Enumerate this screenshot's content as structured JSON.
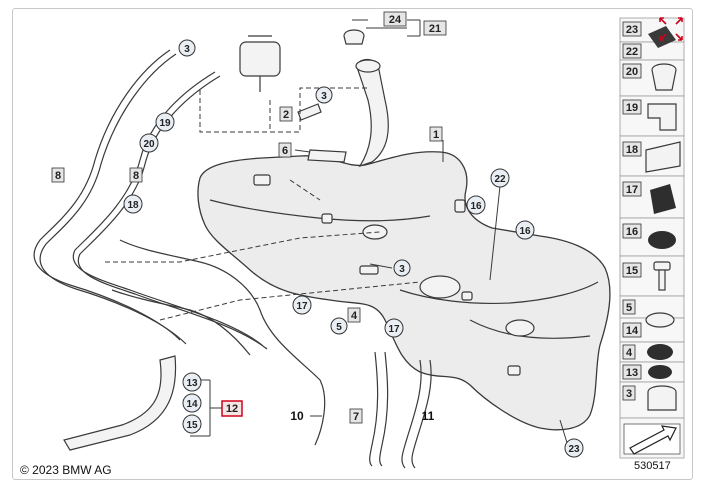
{
  "copyright": "© 2023 BMW AG",
  "diagram_number": "530517",
  "callouts": [
    {
      "id": "c24",
      "text": "24"
    },
    {
      "id": "c21",
      "text": "21"
    },
    {
      "id": "c3a",
      "text": "3"
    },
    {
      "id": "c3b",
      "text": "3"
    },
    {
      "id": "c3c",
      "text": "3"
    },
    {
      "id": "c2",
      "text": "2"
    },
    {
      "id": "c1",
      "text": "1"
    },
    {
      "id": "c6",
      "text": "6"
    },
    {
      "id": "c8a",
      "text": "8"
    },
    {
      "id": "c8b",
      "text": "8"
    },
    {
      "id": "c19",
      "text": "19"
    },
    {
      "id": "c20",
      "text": "20"
    },
    {
      "id": "c18",
      "text": "18"
    },
    {
      "id": "c22",
      "text": "22"
    },
    {
      "id": "c16a",
      "text": "16"
    },
    {
      "id": "c16b",
      "text": "16"
    },
    {
      "id": "c17a",
      "text": "17"
    },
    {
      "id": "c17b",
      "text": "17"
    },
    {
      "id": "c4",
      "text": "4"
    },
    {
      "id": "c5",
      "text": "5"
    },
    {
      "id": "c13",
      "text": "13"
    },
    {
      "id": "c14",
      "text": "14"
    },
    {
      "id": "c15",
      "text": "15"
    },
    {
      "id": "c12",
      "text": "12"
    },
    {
      "id": "c10",
      "text": "10"
    },
    {
      "id": "c7",
      "text": "7"
    },
    {
      "id": "c11",
      "text": "11"
    },
    {
      "id": "c23",
      "text": "23"
    }
  ],
  "sidebar_labels": [
    "23",
    "22",
    "20",
    "19",
    "18",
    "17",
    "16",
    "15",
    "5",
    "14",
    "4",
    "13",
    "3"
  ],
  "colors": {
    "highlight": "#d0021b",
    "callout_fill": "#e8eef4",
    "line": "#3a3a3a"
  },
  "icons": {
    "expand": "expand-arrows-icon",
    "arrow": "diagonal-arrow-icon"
  }
}
